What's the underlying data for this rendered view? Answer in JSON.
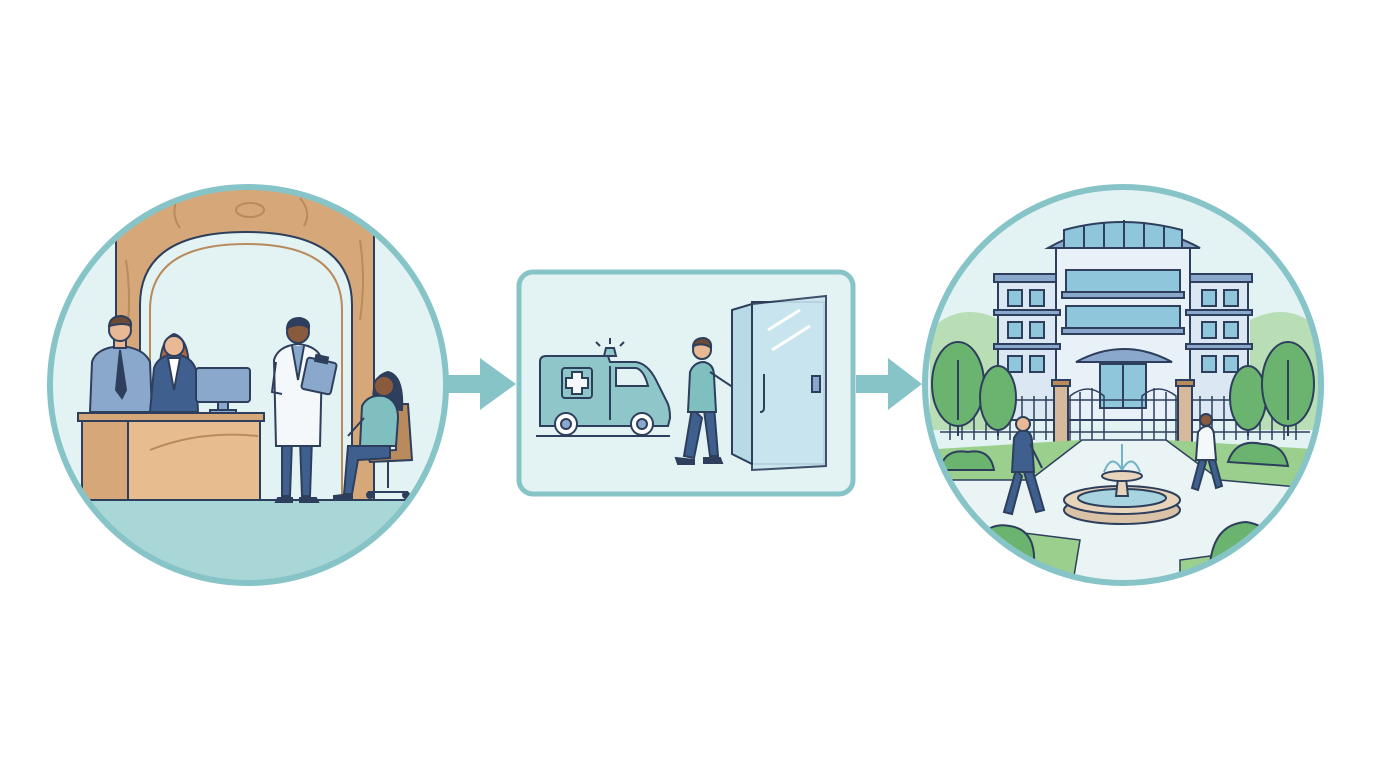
{
  "diagram": {
    "panels": [
      {
        "id": "reception",
        "shape": "circle",
        "scene": "reception-desk-with-staff-doctor-and-seated-patient"
      },
      {
        "id": "arrival",
        "shape": "rounded-rectangle",
        "scene": "ambulance-and-person-entering-glass-door"
      },
      {
        "id": "campus",
        "shape": "circle",
        "scene": "hospital-building-gate-fountain-and-walkers"
      }
    ],
    "connectors": [
      {
        "from": "reception",
        "to": "arrival",
        "icon": "arrow-right-icon"
      },
      {
        "from": "arrival",
        "to": "campus",
        "icon": "arrow-right-icon"
      }
    ]
  },
  "colors": {
    "border_teal": "#86c4c7",
    "panel_fill": "#e3f2f3",
    "wood": "#d6a879",
    "wood_dark": "#b98a5c",
    "navy": "#2d3f5c",
    "shirt_blue": "#8aa8cc",
    "coat_white": "#f4f8fb",
    "teal_clothes": "#7fbfbf",
    "building_blue": "#bfd6ec",
    "window_blue": "#8fc6dc",
    "tree_green": "#6ab46f",
    "grass_green": "#9bcf8e",
    "path_light": "#eaf4f4"
  }
}
